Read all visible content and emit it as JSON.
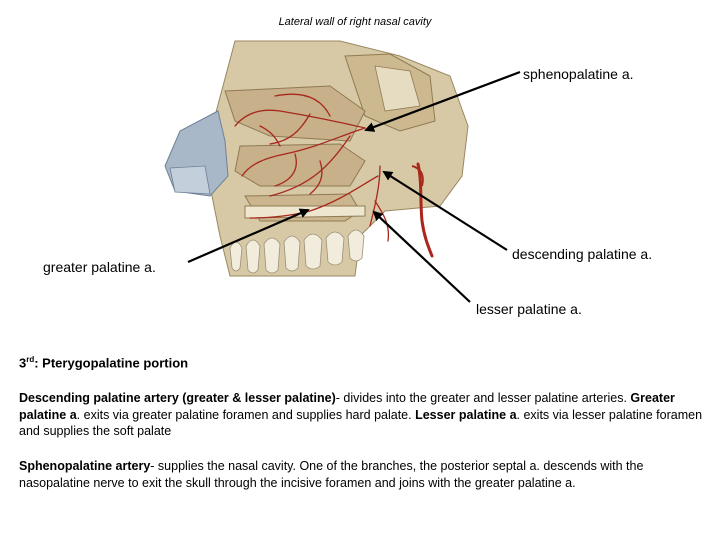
{
  "caption": "Lateral wall of right nasal cavity",
  "labels": {
    "sphenopalatine": "sphenopalatine a.",
    "greater": "greater palatine a.",
    "descending": "descending palatine a.",
    "lesser": "lesser palatine a."
  },
  "heading": {
    "prefix": "3",
    "sup": "rd",
    "text": ": Pterygopalatine portion"
  },
  "para1": {
    "b1": "Descending palatine artery (greater & lesser palatine)",
    "t1": "- divides into the greater and lesser palatine arteries.",
    "b2": "Greater palatine a",
    "t2": ". exits via greater palatine foramen and supplies hard palate. ",
    "b3": "Lesser palatine a",
    "t3": ". exits via lesser palatine foramen and supplies the soft palate"
  },
  "para2": {
    "b1": "Sphenopalatine artery",
    "t1": "- supplies the nasal cavity. One of the branches, the posterior septal a. descends with the nasopalatine nerve to exit the skull through the incisive foramen and joins with the greater palatine a."
  },
  "colors": {
    "bone": "#d8c9a6",
    "bone_dark": "#b9a57a",
    "artery": "#a8281e",
    "cartilage": "#a9b8c8",
    "mucosa": "#c7b08a"
  }
}
